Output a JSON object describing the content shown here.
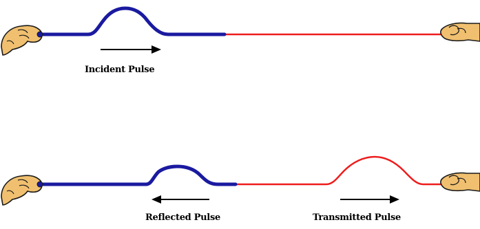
{
  "labels": {
    "incident": "Incident Pulse",
    "reflected": "Reflected Pulse",
    "transmitted": "Transmitted Pulse"
  },
  "colors": {
    "heavy_rope": "#1a1aa0",
    "light_rope": "#ee1c1c",
    "hand_fill": "#f0c070",
    "hand_outline": "#1a1a1a",
    "arrow": "#000000"
  },
  "icons": {
    "hand": "hand-holding-rope-icon",
    "arrow": "arrow-icon"
  }
}
